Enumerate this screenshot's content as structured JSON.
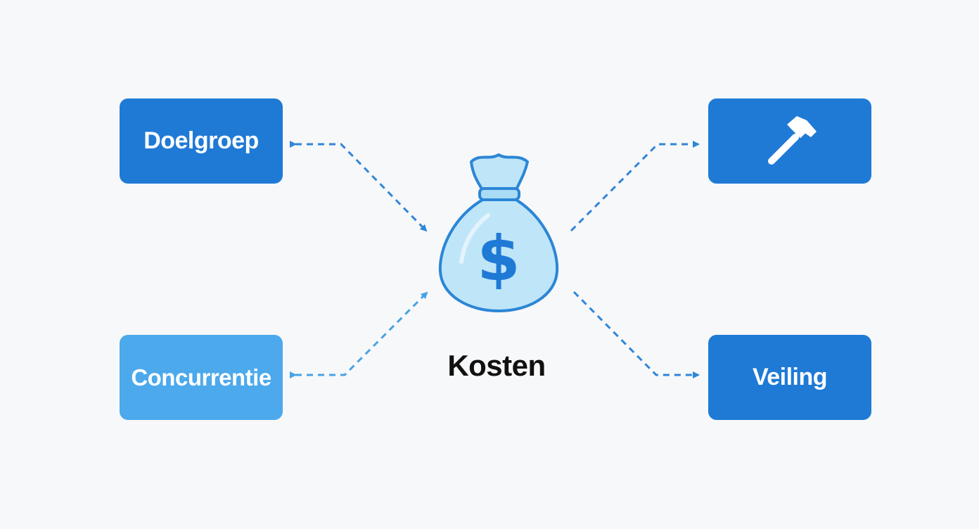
{
  "center": {
    "label": "Kosten",
    "icon": "money-bag-icon",
    "icon_symbol": "$"
  },
  "nodes": {
    "doelgroep": {
      "label": "Doelgroep"
    },
    "concurrentie": {
      "label": "Concurrentie"
    },
    "tool": {
      "icon": "hammer-icon"
    },
    "veiling": {
      "label": "Veiling"
    }
  },
  "colors": {
    "background": "#f7f8f9",
    "node_dark": "#1f7ad6",
    "node_light": "#4ba9ec",
    "connector": "#2f86d8",
    "bag_fill": "#bfe5f8",
    "bag_stroke": "#2b86d6"
  }
}
